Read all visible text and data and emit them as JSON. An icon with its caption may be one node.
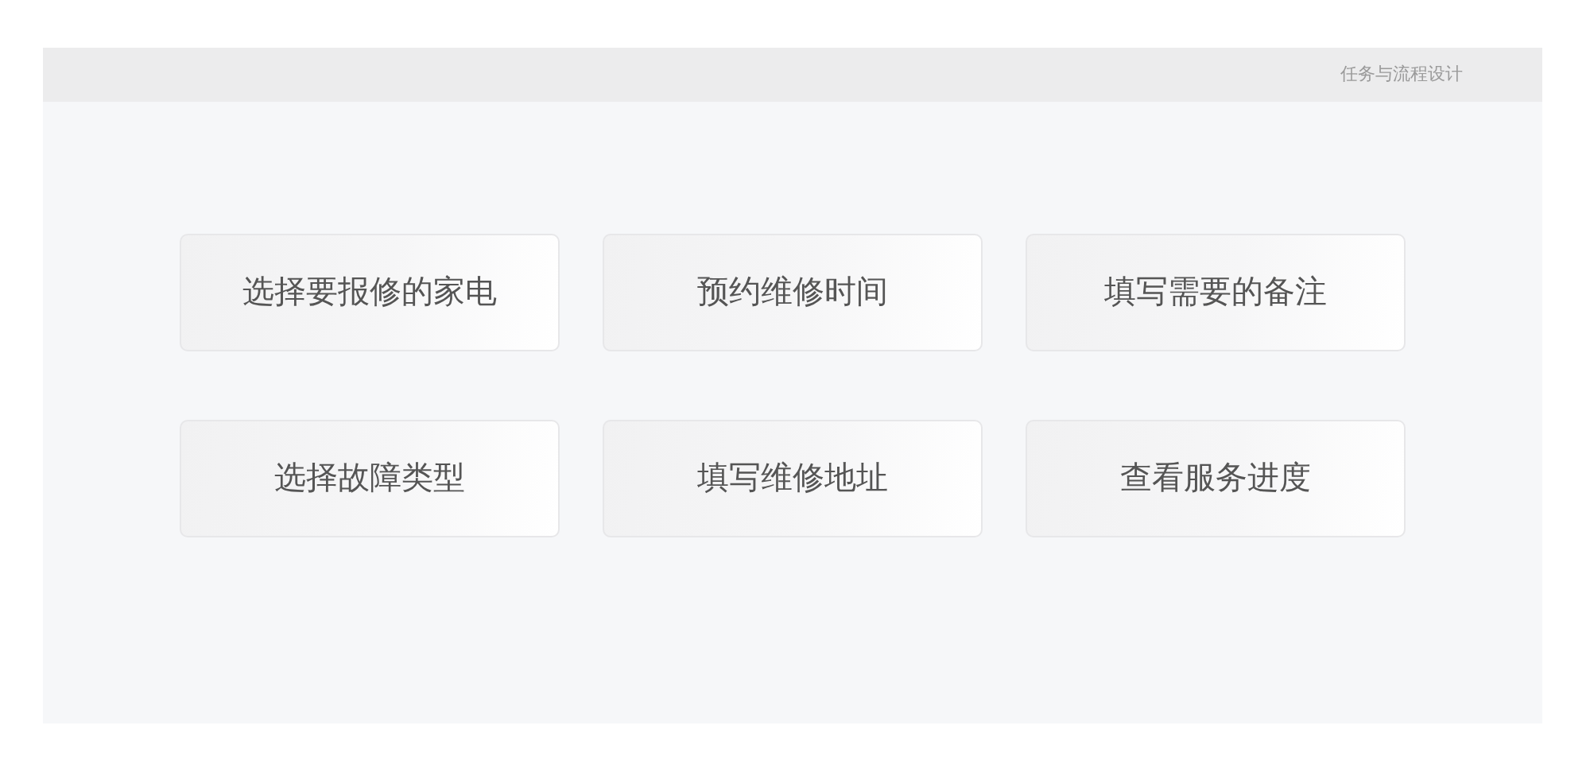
{
  "diagram": {
    "title": "任务与流程设计",
    "nodes": [
      {
        "text": [
          "选择要报修的家电"
        ]
      },
      {
        "text": [
          "预约维修时间"
        ]
      },
      {
        "text": [
          "填写需要的备注"
        ]
      },
      {
        "text": [
          "选择故障类型"
        ]
      },
      {
        "text": [
          "填写维修地址"
        ]
      },
      {
        "text": [
          "查看服务进度"
        ]
      }
    ]
  }
}
